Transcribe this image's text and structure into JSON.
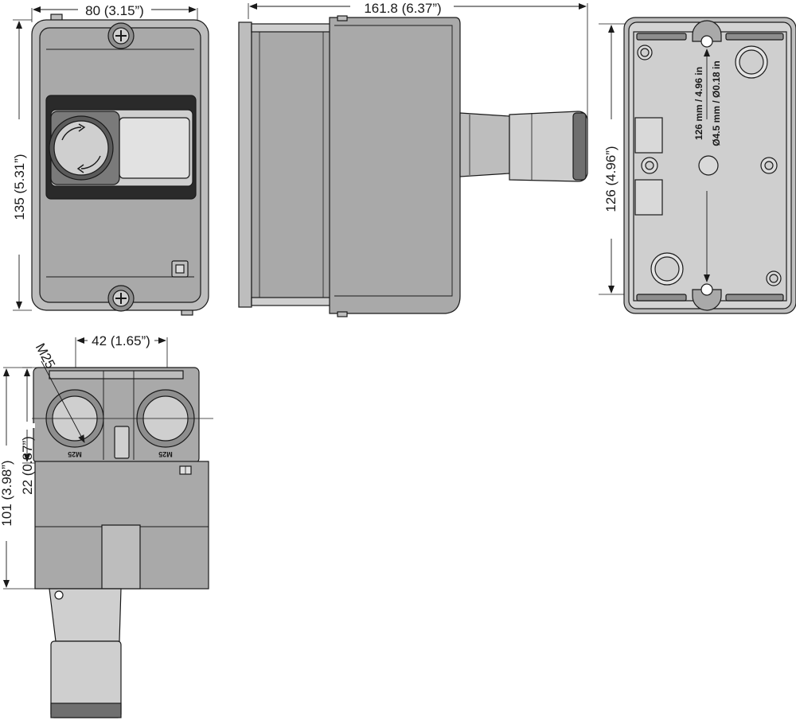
{
  "front_view": {
    "width_dim": "80 (3.15”)",
    "height_dim": "135 (5.31”)"
  },
  "side_view": {
    "depth_dim": "161.8 (6.37”)"
  },
  "rear_view": {
    "height_dim": "126 (4.96”)",
    "hole_spacing_note": "126 mm / 4.96 in",
    "hole_diameter_note": "Ø4.5 mm / Ø0.18 in"
  },
  "bottom_view": {
    "spacing_dim": "42 (1.65”)",
    "thread_label": "M25",
    "entry_label_left": "M25",
    "entry_label_right": "M25",
    "overall_dim": "101 (3.98”)",
    "base_dim": "22 (0.87”)"
  },
  "colors": {
    "line": "#1a1a1a",
    "body_fill": "#a9a9a9",
    "panel_fill": "#bdbdbd",
    "dark_fill": "#6f6f6f",
    "light_fill": "#cfcfcf"
  }
}
